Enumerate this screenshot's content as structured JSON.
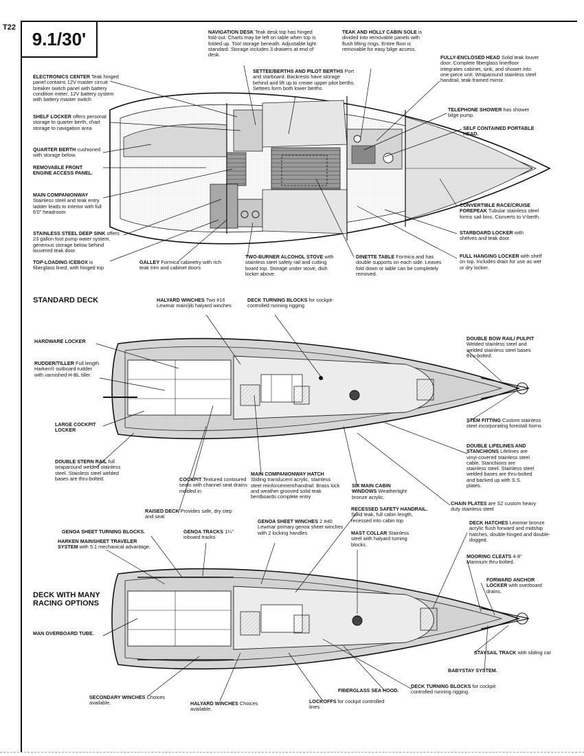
{
  "page": {
    "number": "T22",
    "model_title": "9.1/30'"
  },
  "interior": {
    "electronics": {
      "title": "ELECTRONICS CENTER",
      "text": "Teak hinged panel contains 12V master circuit breaker switch panel with battery condition meter, 12V battery system with battery master switch"
    },
    "shelf_locker": {
      "title": "SHELF LOCKER",
      "text": "offers personal storage to quarter berth, chart storage to navigation area"
    },
    "quarter_berth": {
      "title": "QUARTER BERTH",
      "text": "cushioned with storage below."
    },
    "engine_panel": {
      "title": "REMOVABLE FRONT ENGINE ACCESS PANEL.",
      "text": ""
    },
    "companionway": {
      "title": "MAIN COMPANIONWAY",
      "text": "Stainless steel and teak entry ladder leads to interior with full 6'0\" headroom"
    },
    "sink": {
      "title": "STAINLESS STEEL DEEP SINK",
      "text": "offers 23 gallon foot pump water system, generous storage below behind louvered teak door."
    },
    "icebox": {
      "title": "TOP-LOADING ICEBOX",
      "text": "is fiberglass lined, with hinged top"
    },
    "galley": {
      "title": "GALLEY",
      "text": "Formica cabinetry with rich teak trim and cabinet doors"
    },
    "stove": {
      "title": "TWO-BURNER ALCOHOL STOVE",
      "text": "with stainless steel safety rail and cutting board top. Storage under stove, dish locker above."
    },
    "nav_desk": {
      "title": "NAVIGATION DESK",
      "text": "Teak desk top has hinged fold-out. Charts may be left on table when top is folded up. Tool storage beneath. Adjustable light standard. Storage includes 3 drawers at end of desk."
    },
    "cabin_sole": {
      "title": "TEAK AND HOLLY CABIN SOLE",
      "text": "is divided into removable panels with flush lifting rings. Entire floor is removable for easy bilge access."
    },
    "settee": {
      "title": "SETTEE/BERTHS AND PILOT BERTHS",
      "text": "Port and starboard. Backrests have storage behind and lift up to create upper pilot berths. Settees form both lower berths"
    },
    "head": {
      "title": "FULLY-ENCLOSED HEAD",
      "text": "Solid teak louver door. Complete fiberglass linerfloor integrates cabinet, sink, and shower into one-piece unit. Wraparound stainless steel handrail, teak-framed mirror."
    },
    "shower": {
      "title": "TELEPHONE SHOWER",
      "text": "has shower bilge pump."
    },
    "portable_head": {
      "title": "SELF CONTAINED PORTABLE HEAD.",
      "text": ""
    },
    "forepeak": {
      "title": "CONVERTIBLE RACE/CRUISE FOREPEAK",
      "text": "Tubular stainless steel forms sail bins. Converts to V-berth."
    },
    "starboard_locker": {
      "title": "STARBOARD LOCKER",
      "text": "with shelves and teak door."
    },
    "hanging_locker": {
      "title": "FULL HANGING LOCKER",
      "text": "with shelf on top. Includes drain for use as wet or dry locker."
    },
    "dinette": {
      "title": "DINETTE TABLE",
      "text": "Formica and has double supports on each side. Leaves fold down or table can be completely removed."
    }
  },
  "standard_deck": {
    "section_title": "STANDARD DECK",
    "halyard_winches": {
      "title": "HALYARD WINCHES",
      "text": "Two #16 Lewmar main/jib halyard winches"
    },
    "turning_blocks": {
      "title": "DECK TURNING BLOCKS",
      "text": "for cockpit-controlled running rigging"
    },
    "hardware_locker": {
      "title": "HARDWARE LOCKER",
      "text": ""
    },
    "rudder": {
      "title": "RUDDER/TILLER",
      "text": "Full length Harken® outboard rudder with varnished H-BL tiller."
    },
    "cockpit_locker": {
      "title": "LARGE COCKPIT LOCKER",
      "text": ""
    },
    "stern_rail": {
      "title": "DOUBLE STERN RAIL",
      "text": "full wraparound welded stainless steel. Stainless steel welded bases are thru-bolted."
    },
    "cockpit": {
      "title": "COCKPIT",
      "text": "Textured contoured seats with channel seat drains molded in"
    },
    "hatch": {
      "title": "MAIN COMPANIONWAY HATCH",
      "text": "Sliding translucent acrylic, stainless steel reinforcement/handrail. Brass lock and weather grooved solid teak bentboards complete entry"
    },
    "windows": {
      "title": "SIX MAIN CABIN WINDOWS",
      "text": "Weathertight bronze acrylic."
    },
    "bow_rail": {
      "title": "DOUBLE BOW RAIL/ PULPIT",
      "text": "Welded stainless steel and welded stainless steel bases thru-bolted."
    },
    "stem_fitting": {
      "title": "STEM FITTING",
      "text": "Custom stainless steel incorporating forestall horns"
    },
    "lifelines": {
      "title": "DOUBLE LIFELINES AND STANCHIONS",
      "text": "Lifelines are vinyl-covered stainless steel cable. Stanchions are stainless steel. Stainless steel welded bases are thru-bolted and backed up with S.S. plates."
    },
    "chain_plates": {
      "title": "CHAIN PLATES",
      "text": "are S2 custom heavy duty stainless steel"
    },
    "raised_deck": {
      "title": "RAISED DECK",
      "text": "Provides safe, dry step and seat"
    }
  },
  "racing_deck": {
    "section_title": "DECK WITH MANY RACING OPTIONS",
    "genoa_blocks": {
      "title": "GENOA SHEET TURNING BLOCKS.",
      "text": ""
    },
    "genoa_tracks": {
      "title": "GENOA TRACKS",
      "text": "1¼\" inboard tracks"
    },
    "genoa_winches": {
      "title": "GENOA SHEET WINCHES",
      "text": "2 #40 Lewmar primary genoa sheet winches with 2 locking handles"
    },
    "traveler": {
      "title": "HARKEN MAINSHEET TRAVELER SYSTEM",
      "text": "with 5:1 mechanical advantage."
    },
    "safety_handrail": {
      "title": "RECESSED SAFETY HANDRAIL.",
      "text": "Solid teak, full cabin length, recessed into cabin top"
    },
    "mast_collar": {
      "title": "MAST COLLAR",
      "text": "Stainless steel with halyard turning blocks."
    },
    "deck_hatches": {
      "title": "DECK HATCHES",
      "text": "Lewmar bronze acrylic flush forward and midship hatches, double-hinged and double-dogged."
    },
    "mooring_cleats": {
      "title": "MOORING CLEATS",
      "text": "4-8\" Marinium thru-bolted."
    },
    "anchor_locker": {
      "title": "FORWARD ANCHOR LOCKER",
      "text": "with overboard drains."
    },
    "overboard_tube": {
      "title": "MAN OVERBOARD TUBE.",
      "text": ""
    },
    "staysail": {
      "title": "STAYSAIL TRACK",
      "text": "with sliding car"
    },
    "babystay": {
      "title": "BABYSTAY SYSTEM.",
      "text": ""
    },
    "sea_hood": {
      "title": "FIBERGLASS SEA HOOD.",
      "text": ""
    },
    "turning_blocks": {
      "title": "DECK TURNING BLOCKS",
      "text": "for cockpit controlled running rigging."
    },
    "secondary_winches": {
      "title": "SECONDARY WINCHES",
      "text": "Choices available."
    },
    "halyard_winches": {
      "title": "HALYARD WINCHES",
      "text": "Choices available."
    },
    "lockoffs": {
      "title": "LOCKOFFS",
      "text": "for cockpit controlled lines"
    }
  }
}
